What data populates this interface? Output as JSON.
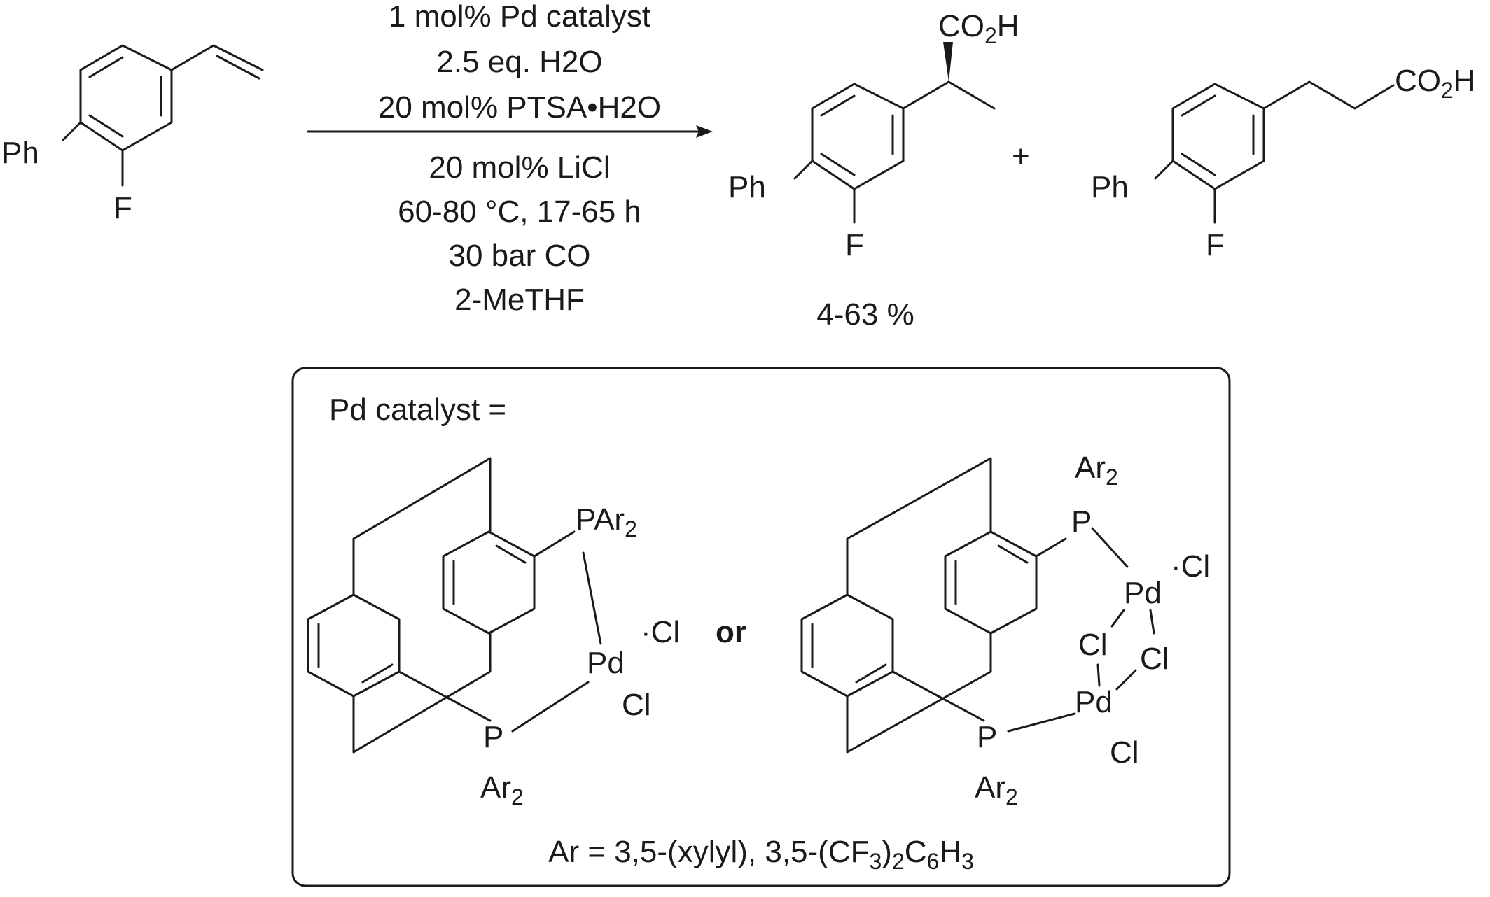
{
  "conditions": [
    "1 mol% Pd catalyst",
    "2.5 eq. H2O",
    "20 mol% PTSA•H2O",
    "20 mol% LiCl",
    "60-80 °C, 17-65 h",
    "30 bar CO",
    "2-MeTHF"
  ],
  "atoms": {
    "ph": "Ph",
    "f": "F",
    "co2h": "CO",
    "h": "H",
    "two": "2",
    "plus": "+",
    "p": "P",
    "ar": "Ar",
    "par": "PAr",
    "pd": "Pd",
    "cl": "Cl"
  },
  "yield": "4-63 %",
  "catalyst_box": {
    "heading": "Pd catalyst =",
    "or": "or",
    "ar_def_prefix": "Ar = 3,5-(xylyl), 3,5-(CF",
    "sub3": "3",
    "sub2": "2",
    "c6h": "C",
    "sub6": "6",
    "h": "H",
    "paren": ")"
  },
  "colors": {
    "ink": "#1a1a1a",
    "background": "#ffffff"
  }
}
